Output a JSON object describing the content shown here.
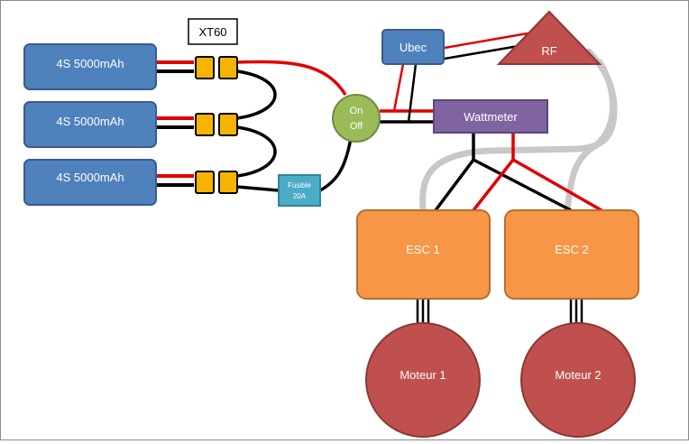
{
  "components": {
    "battery_1": "4S 5000mAh",
    "battery_2": "4S 5000mAh",
    "battery_3": "4S 5000mAh",
    "connector_label": "XT60",
    "fuse_line_1": "Fusible",
    "fuse_line_2": "20A",
    "switch_on": "On",
    "switch_off": "Off",
    "ubec": "Ubec",
    "rf": "RF",
    "wattmeter": "Wattmeter",
    "esc_1": "ESC 1",
    "esc_2": "ESC 2",
    "motor_1": "Moteur 1",
    "motor_2": "Moteur 2"
  },
  "colors": {
    "battery": "#4f81bd",
    "connector": "#f6b400",
    "switch": "#9bbb59",
    "fuse": "#4bacc6",
    "ubec": "#4f81bd",
    "rf": "#c0504d",
    "wattmeter": "#8064a2",
    "esc": "#f79646",
    "motor": "#c0504d",
    "wire_positive": "#e00000",
    "wire_negative": "#000000",
    "wire_signal": "#c8c8c8"
  }
}
